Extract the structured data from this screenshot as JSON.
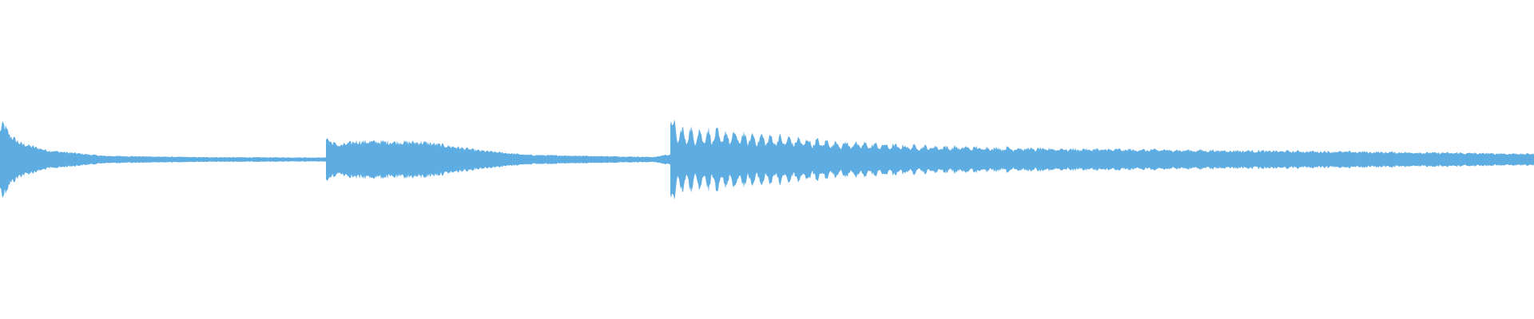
{
  "chart_data": {
    "type": "area",
    "title": "",
    "xlabel": "",
    "ylabel": "",
    "grid": false,
    "legend": "none",
    "channels": 1,
    "color": "#5dade2",
    "ylim": [
      -1,
      1
    ],
    "notes": [
      {
        "index": 1,
        "peak_amplitude": 0.22,
        "sustain_amplitude": 0.012
      },
      {
        "index": 2,
        "peak_amplitude": 0.14,
        "sustain_amplitude": 0.015
      },
      {
        "index": 3,
        "peak_amplitude": 0.25,
        "sustain_amplitude": 0.035
      }
    ]
  }
}
